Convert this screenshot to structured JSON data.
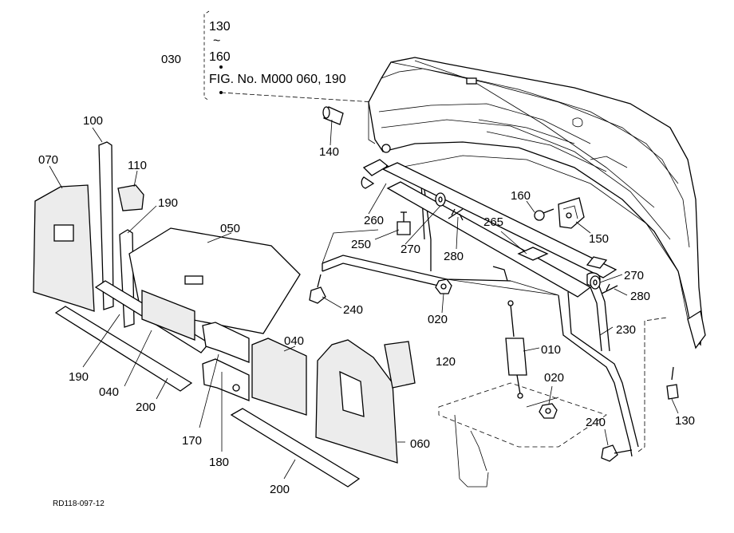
{
  "header": {
    "range_start": "130",
    "range_sep": "~",
    "range_end": "160",
    "fig_ref": "FIG. No. M000  060, 190",
    "group_label": "030"
  },
  "part_labels": {
    "p100": "100",
    "p070": "070",
    "p110": "110",
    "p190a": "190",
    "p050": "050",
    "p140": "140",
    "p260": "260",
    "p250": "250",
    "p270a": "270",
    "p280a": "280",
    "p265": "265",
    "p160": "160",
    "p150": "150",
    "p240a": "240",
    "p020a": "020",
    "p270b": "270",
    "p280b": "280",
    "p230": "230",
    "p010": "010",
    "p120": "120",
    "p020b": "020",
    "p130": "130",
    "p240b": "240",
    "p190b": "190",
    "p040a": "040",
    "p200a": "200",
    "p040b": "040",
    "p170": "170",
    "p180": "180",
    "p200b": "200",
    "p060": "060"
  },
  "footer": {
    "code": "RD118-097-12"
  }
}
